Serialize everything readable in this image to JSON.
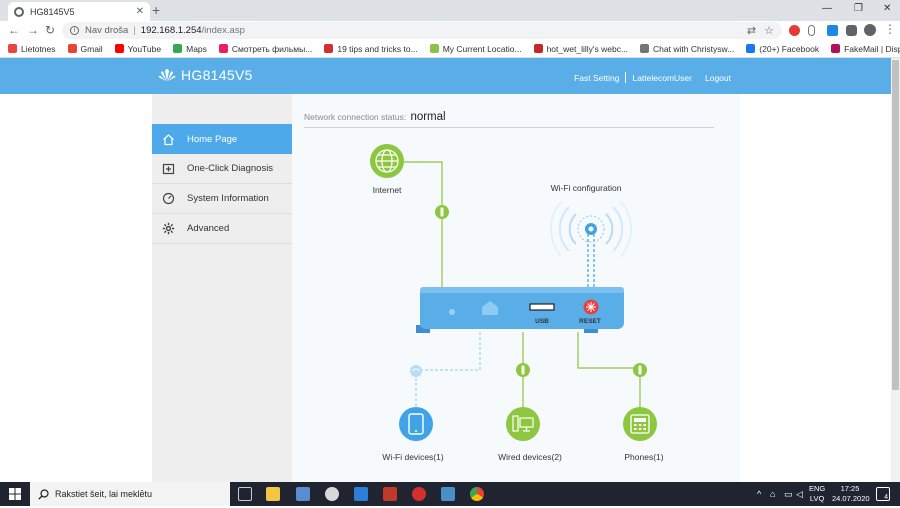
{
  "browser": {
    "tab_title": "HG8145V5",
    "url_security": "Nav droša",
    "url_host": "192.168.1.254",
    "url_path": "/index.asp",
    "bookmarks": [
      {
        "label": "Lietotnes",
        "color": "#e8453c"
      },
      {
        "label": "Gmail",
        "color": "#ea4335"
      },
      {
        "label": "YouTube",
        "color": "#ff0000"
      },
      {
        "label": "Maps",
        "color": "#34a853"
      },
      {
        "label": "Смотреть фильмы...",
        "color": "#e91e63"
      },
      {
        "label": "19 tips and tricks to...",
        "color": "#d32f2f"
      },
      {
        "label": "My Current Locatio...",
        "color": "#8bc34a"
      },
      {
        "label": "hot_wet_lilly's webc...",
        "color": "#c62828"
      },
      {
        "label": "Chat with Christysw...",
        "color": "#757575"
      },
      {
        "label": "(20+) Facebook",
        "color": "#1877f2"
      },
      {
        "label": "FakeMail | Disposab...",
        "color": "#ad1457"
      }
    ]
  },
  "header": {
    "logo": "HG8145V5",
    "fast_setting": "Fast Setting",
    "user": "LattelecomUser",
    "logout": "Logout"
  },
  "sidebar": {
    "items": [
      {
        "label": "Home Page",
        "icon": "home-icon",
        "active": true
      },
      {
        "label": "One-Click Diagnosis",
        "icon": "diagnosis-icon",
        "active": false
      },
      {
        "label": "System Information",
        "icon": "gauge-icon",
        "active": false
      },
      {
        "label": "Advanced",
        "icon": "gear-icon",
        "active": false
      }
    ]
  },
  "main": {
    "status_label": "Network connection status:",
    "status_value": "normal",
    "internet_label": "Internet",
    "wifi_config_label": "Wi-Fi configuration",
    "usb_label": "USB",
    "reset_label": "RESET",
    "wifi_devices_label": "Wi-Fi devices(1)",
    "wired_devices_label": "Wired devices(2)",
    "phones_label": "Phones(1)",
    "colors": {
      "green": "#8dc63f",
      "blue": "#3fa3e6",
      "router": "#5aaee8",
      "reset": "#e8413c"
    }
  },
  "taskbar": {
    "search_placeholder": "Rakstiet šeit, lai meklētu",
    "lang_top": "ENG",
    "lang_bottom": "LVQ",
    "time": "17:25",
    "date": "24.07.2020",
    "notifications": "4"
  }
}
